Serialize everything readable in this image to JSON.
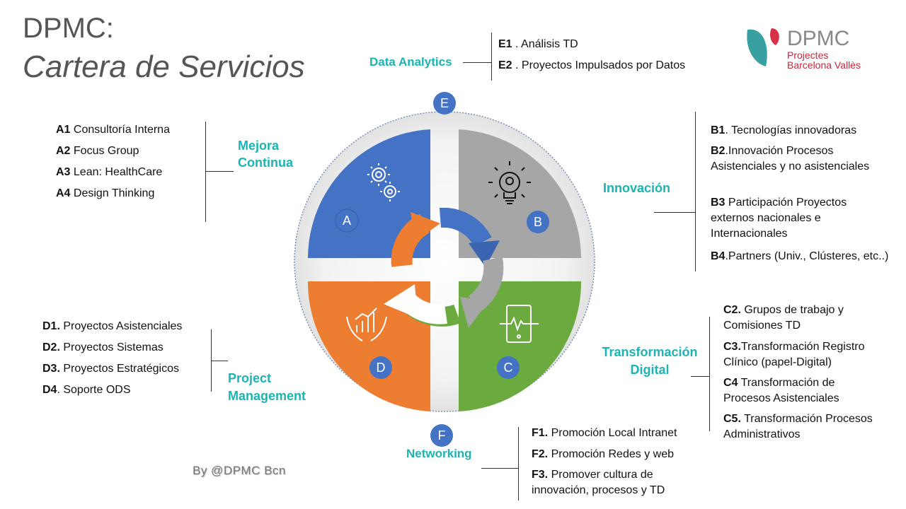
{
  "title": {
    "line1": "DPMC:",
    "line2": "Cartera de Servicios"
  },
  "logo": {
    "name": "DPMC",
    "sub1": "Projectes",
    "sub2": "Barcelona Vallès"
  },
  "byline": "By @DPMC Bcn",
  "colors": {
    "blue": "#4472c4",
    "gray": "#a6a6a6",
    "green": "#6aaa3e",
    "orange": "#ed7d31",
    "teal": "#1cb3b3",
    "badge": "#4472c4"
  },
  "quadrants": {
    "A": {
      "letter": "A",
      "label": "Mejora\nContinua",
      "label1": "Mejora",
      "label2": "Continua",
      "icon": "gears-icon",
      "items": [
        {
          "code": "A1",
          "text": " Consultoría Interna"
        },
        {
          "code": "A2",
          "text": " Focus Group"
        },
        {
          "code": "A3",
          "text": " Lean: HealthCare"
        },
        {
          "code": "A4",
          "text": " Design Thinking"
        }
      ]
    },
    "B": {
      "letter": "B",
      "label": "Innovación",
      "icon": "lightbulb-gear-icon",
      "items": [
        {
          "code": "B1",
          "text": ".  Tecnologías innovadoras"
        },
        {
          "code": "B2",
          "text": ".Innovación  Procesos Asistenciales y no asistenciales"
        },
        {
          "code": "B3",
          "text": " Participación Proyectos externos nacionales e Internacionales"
        },
        {
          "code": "B4",
          "text": ".Partners (Univ., Clústeres, etc..)"
        }
      ]
    },
    "C": {
      "letter": "C",
      "label1": "Transformación",
      "label2": "Digital",
      "icon": "tablet-pulse-icon",
      "items": [
        {
          "code": "C2.",
          "text": " Grupos  de trabajo  y Comisiones TD"
        },
        {
          "code": "C3.",
          "text": "Transformación Registro Clínico (papel-Digital)"
        },
        {
          "code": "C4",
          "text": " Transformación de Procesos Asistenciales"
        },
        {
          "code": "C5.",
          "text": " Transformación Procesos Administrativos"
        }
      ]
    },
    "D": {
      "letter": "D",
      "label1": "Project",
      "label2": "Management",
      "icon": "hands-chart-icon",
      "items": [
        {
          "code": "D1.",
          "text": " Proyectos Asistenciales"
        },
        {
          "code": "D2.",
          "text": " Proyectos Sistemas"
        },
        {
          "code": "D3.",
          "text": " Proyectos Estratégicos"
        },
        {
          "code": "D4",
          "text": ". Soporte ODS"
        }
      ]
    },
    "E": {
      "letter": "E",
      "label": "Data Analytics",
      "items": [
        {
          "code": "E1",
          "text": " . Análisis TD"
        },
        {
          "code": "E2",
          "text": " . Proyectos Impulsados por Datos"
        }
      ]
    },
    "F": {
      "letter": "F",
      "label": "Networking",
      "items": [
        {
          "code": "F1.",
          "text": " Promoción Local Intranet"
        },
        {
          "code": "F2.",
          "text": " Promoción Redes y web"
        },
        {
          "code": "F3.",
          "text": " Promover cultura de innovación, procesos y TD"
        }
      ]
    }
  }
}
